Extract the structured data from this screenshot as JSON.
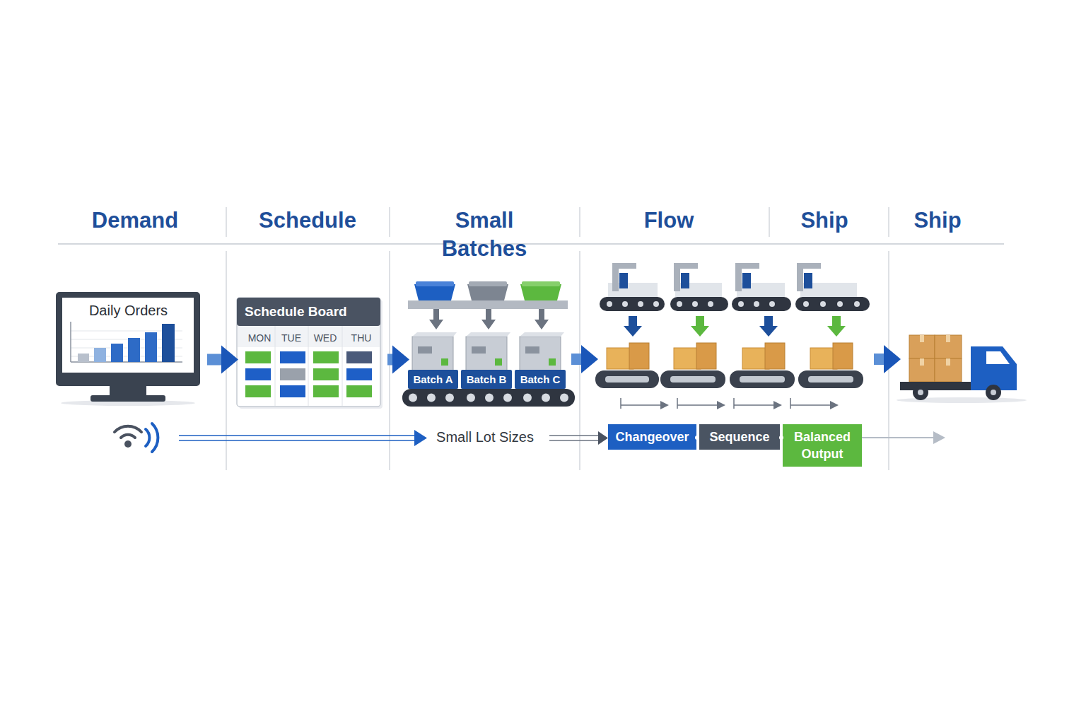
{
  "diagram": {
    "nodes": [
      {
        "text": [
          "Daily Orders"
        ]
      },
      {
        "text": [
          "Schedule Board",
          "MON",
          "TUE",
          "WED",
          "THU"
        ]
      },
      {
        "text": [
          "Batch A"
        ]
      },
      {
        "text": [
          "Batch B"
        ]
      },
      {
        "text": [
          "Batch C"
        ]
      },
      {
        "text": [
          "Changeover"
        ]
      },
      {
        "text": [
          "Sequence"
        ]
      },
      {
        "text": [
          "Balanced Output"
        ]
      }
    ],
    "edges": [
      {
        "from": 0,
        "to": 1,
        "arrow": "to"
      },
      {
        "from": 1,
        "to": 2,
        "arrow": "to"
      }
    ],
    "labels": [
      "Demand",
      "Schedule",
      "Small Batches",
      "Flow",
      "Ship",
      "Ship",
      "Small Lot Sizes"
    ]
  }
}
